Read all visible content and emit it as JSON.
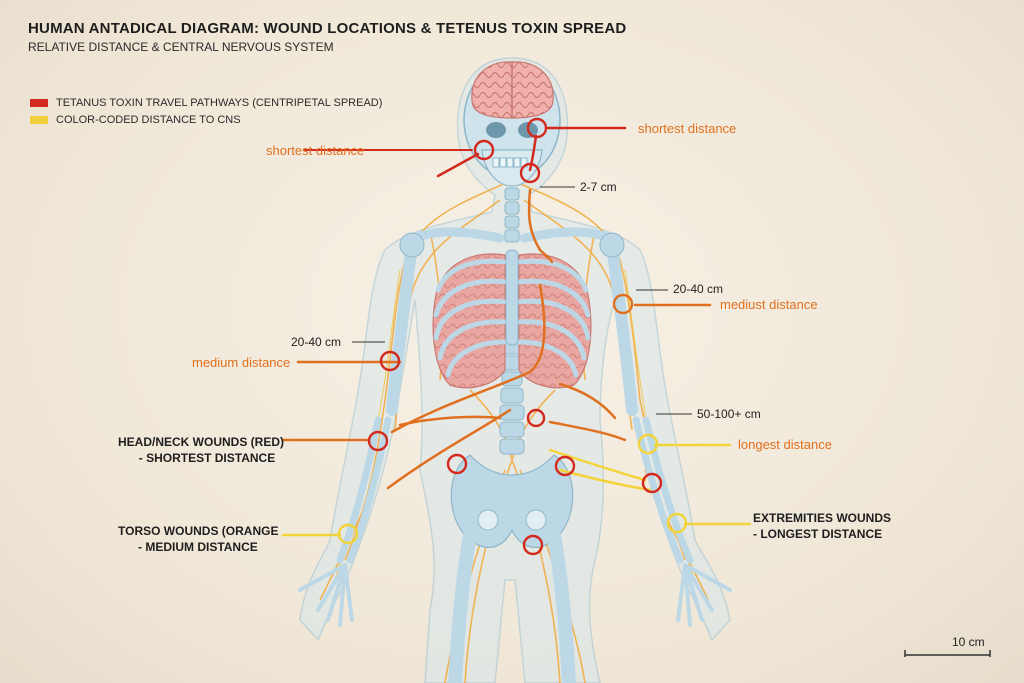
{
  "title": "HUMAN ANTADICAL DIAGRAM: WOUND LOCATIONS & TETENUS TOXIN SPREAD",
  "subtitle": "RELATIVE DISTANCE & CENTRAL NERVOUS SYSTEM",
  "legend": [
    {
      "label": "TETANUS TOXIN TRAVEL PATHWAYS (CENTRIPETAL SPREAD)",
      "color": "#d42a1e"
    },
    {
      "label": "COLOR-CODED DISTANCE TO CNS",
      "color": "#f2d03b"
    }
  ],
  "colors": {
    "red": "#d42a1e",
    "orange": "#e07020",
    "yellow": "#f2d43a",
    "bone": "#bcd8e6",
    "nerve": "#f2a93b",
    "lung": "#e9a7a2",
    "brain": "#f0b1ad"
  },
  "distance_labels": {
    "shortest_right": "shortest distance",
    "shortest_left": "shortest distance",
    "mediust": "mediust distance",
    "medium": "medium distance",
    "longest": "longest distance"
  },
  "measurements": {
    "neck": "2-7 cm",
    "upper_arm_right": "20-40 cm",
    "upper_arm_left": "20-40 cm",
    "forearm": "50-100+ cm"
  },
  "categories": {
    "head_neck": [
      "HEAD/NECK WOUNDS (RED)",
      "- SHORTEST DISTANCE"
    ],
    "torso": [
      "TORSO WOUNDS (ORANGE",
      "- MEDIUM DISTANCE"
    ],
    "extremities": [
      "EXTREMITIES WOUNDS",
      "- LONGEST DISTANCE"
    ]
  },
  "scale_bar": "10 cm"
}
